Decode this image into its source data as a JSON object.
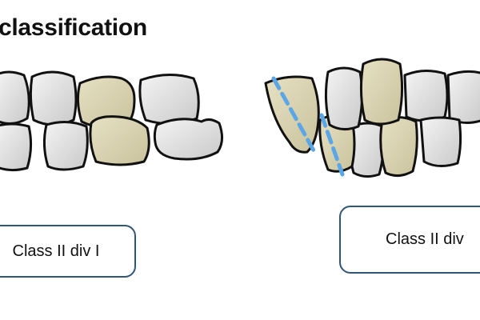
{
  "title": "classification",
  "labels": {
    "left": "Class II div I",
    "right": "Class II div"
  },
  "colors": {
    "tooth_white": "#e3e3e3",
    "tooth_highlight": "#d9d4b3",
    "outline": "#111111",
    "guide_line": "#5aa6e6",
    "box_border": "#2f5577"
  },
  "icons": {
    "left_illustration": "molar-occlusion-illustration",
    "right_illustration": "proclined-incisors-illustration"
  }
}
